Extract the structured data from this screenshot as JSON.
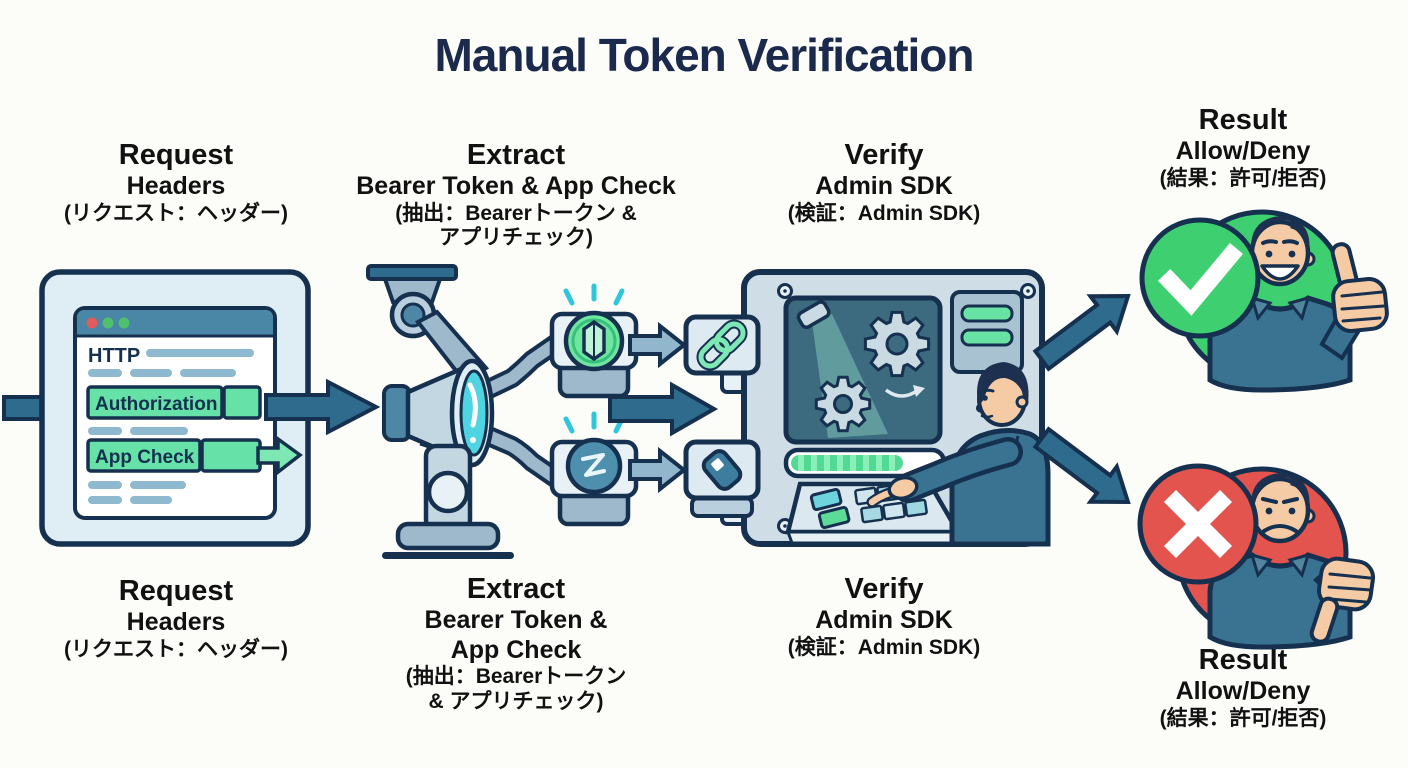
{
  "title": "Manual Token Verification",
  "steps": {
    "request": {
      "top": [
        "Request",
        "Headers",
        "(リクエスト：ヘッダー)"
      ],
      "bottom": [
        "Request",
        "Headers",
        "(リクエスト：ヘッダー)"
      ]
    },
    "extract": {
      "top": [
        "Extract",
        "Bearer Token & App Check",
        "(抽出：Bearerトークン &",
        "アプリチェック)"
      ],
      "bottom": [
        "Extract",
        "Bearer Token &",
        "App Check",
        "(抽出：Bearerトークン",
        "& アプリチェック)"
      ]
    },
    "verify": {
      "top": [
        "Verify",
        "Admin SDK",
        "(検証：Admin SDK)"
      ],
      "bottom": [
        "Verify",
        "Admin SDK",
        "(検証：Admin SDK)"
      ]
    },
    "result": {
      "top": [
        "Result",
        "Allow/Deny",
        "(結果：許可/拒否)"
      ],
      "bottom": [
        "Result",
        "Allow/Deny",
        "(結果：許可/拒否)"
      ]
    }
  },
  "request_window": {
    "protocol_label": "HTTP",
    "authorization_header": "Authorization",
    "app_check_header": "App Check"
  },
  "icons": {
    "window_dots": "traffic-light-dots",
    "bearer_token": "hexagon-token",
    "app_check_token": "sphere-token",
    "link": "chain-link",
    "tag": "key-tag",
    "gear": "gear",
    "spotlight": "spotlight-beam",
    "check": "✓",
    "cross": "✕",
    "thumb_up": "thumbs-up",
    "thumb_down": "thumbs-down",
    "sparkle": "✦"
  },
  "colors": {
    "background": "#fcfcf9",
    "title_text": "#1b2a4c",
    "label_text": "#111111",
    "outline_navy": "#16304f",
    "arrow_teal": "#2e6b8d",
    "arrow_light": "#92b7cd",
    "mint_green": "#66e2a8",
    "mint_light": "#7ee8b5",
    "cyan_accent": "#2fc6dc",
    "steel_blue": "#9db9cb",
    "panel_gray": "#cfdde6",
    "panel_light": "#e8f1f6",
    "card_blue": "#dfeef4",
    "screen_teal": "#3c6b80",
    "titlebar_teal": "#4a86a5",
    "allow_green": "#3ecf70",
    "deny_red": "#e4544e",
    "progress_green": "#52d993",
    "skin": "#f5cba6",
    "hair_navy": "#1e3050",
    "shirt_teal": "#3a7392"
  }
}
